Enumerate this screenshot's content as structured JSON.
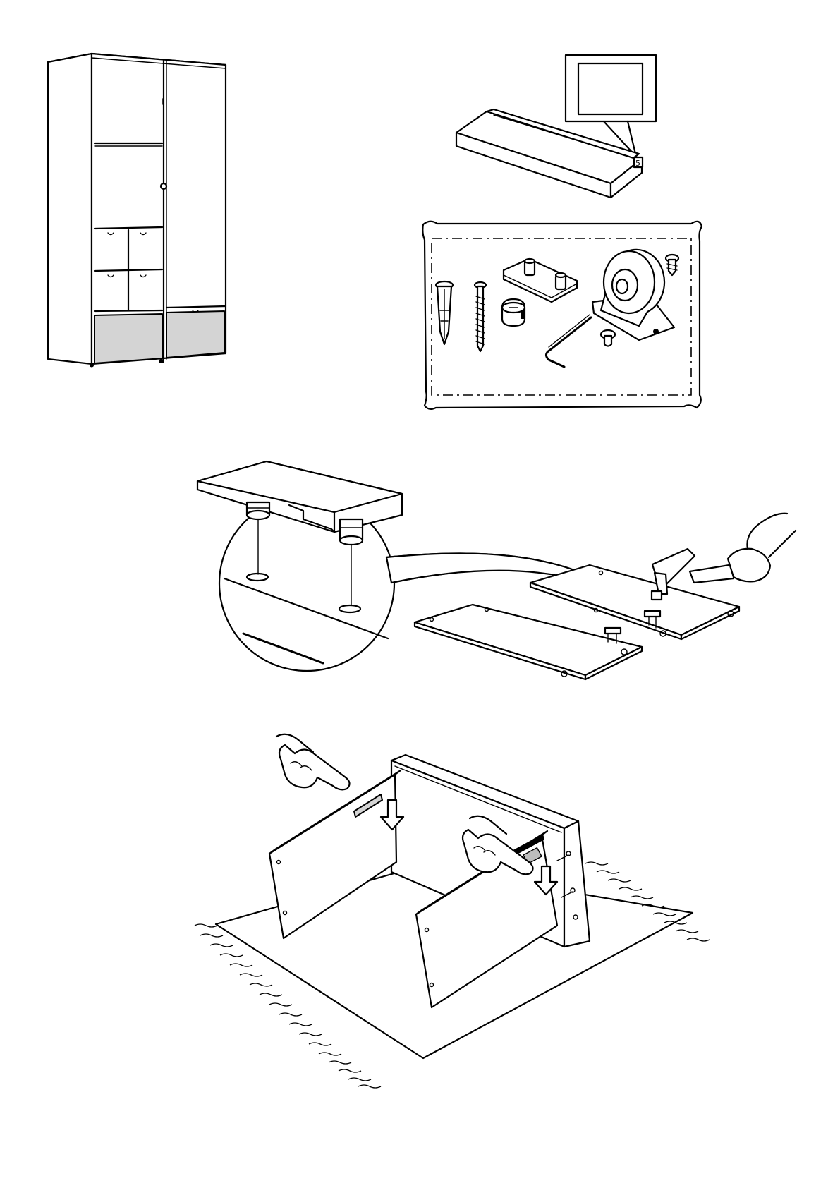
{
  "page": {
    "background": "#ffffff",
    "line_color": "#000000",
    "shade_color": "#d4d4d4"
  },
  "panels": {
    "wardrobe": {
      "icon": "wardrobe-overview"
    },
    "package": {
      "icon": "flat-pack-box",
      "box_label": "5"
    },
    "hardware": {
      "icon": "hardware-bag"
    },
    "step_glides": {
      "icon": "hammer-glides-step"
    },
    "step_assembly": {
      "icon": "press-panels-step"
    }
  }
}
